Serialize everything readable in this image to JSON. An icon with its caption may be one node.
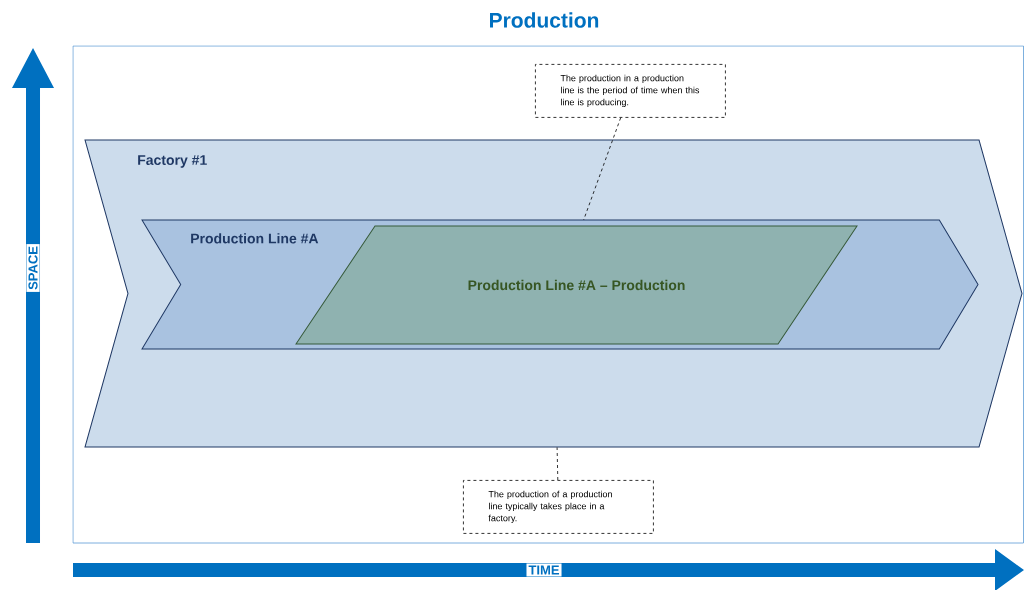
{
  "diagram": {
    "title": "Production",
    "nodes": [
      {
        "text": [
          "Factory #1"
        ]
      },
      {
        "text": [
          "Production Line #A"
        ],
        "in": 0
      },
      {
        "text": [
          "Production Line #A – Production"
        ],
        "in": 1
      },
      {
        "text": [
          "The production in a production line is the period of time when this line is producing."
        ]
      },
      {
        "text": [
          "The production of a production line typically takes place in a factory."
        ]
      }
    ],
    "edges": [
      {
        "from": 3,
        "to": 1,
        "arrow": "none",
        "style": "dashed"
      },
      {
        "from": 4,
        "to": 0,
        "arrow": "none",
        "style": "dashed"
      }
    ],
    "labels": [
      "SPACE",
      "TIME"
    ]
  }
}
